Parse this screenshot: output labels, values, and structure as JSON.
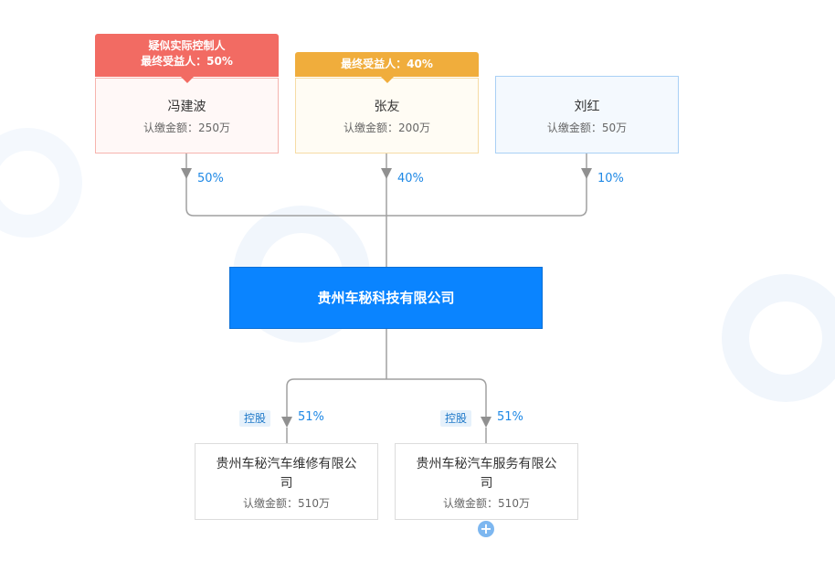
{
  "shareholders": [
    {
      "name": "冯建波",
      "amount": "认缴金额：250万",
      "percent": "50%",
      "badge_lines": [
        "疑似实际控制人",
        "最终受益人：50%"
      ]
    },
    {
      "name": "张友",
      "amount": "认缴金额：200万",
      "percent": "40%",
      "badge_lines": [
        "最终受益人：40%"
      ]
    },
    {
      "name": "刘红",
      "amount": "认缴金额：50万",
      "percent": "10%",
      "badge_lines": []
    }
  ],
  "company": {
    "name": "贵州车秘科技有限公司"
  },
  "subsidiaries": [
    {
      "name_line1": "贵州车秘汽车维修有限公",
      "name_line2": "司",
      "amount": "认缴金额：510万",
      "percent": "51%",
      "tag": "控股"
    },
    {
      "name_line1": "贵州车秘汽车服务有限公",
      "name_line2": "司",
      "amount": "认缴金额：510万",
      "percent": "51%",
      "tag": "控股"
    }
  ],
  "expand_symbol": "+",
  "colors": {
    "badge_red": "#f26b63",
    "badge_orange": "#f0ad3c",
    "main_blue": "#0a84ff",
    "percent_blue": "#1e88e5",
    "line_gray": "#a0a0a0"
  }
}
